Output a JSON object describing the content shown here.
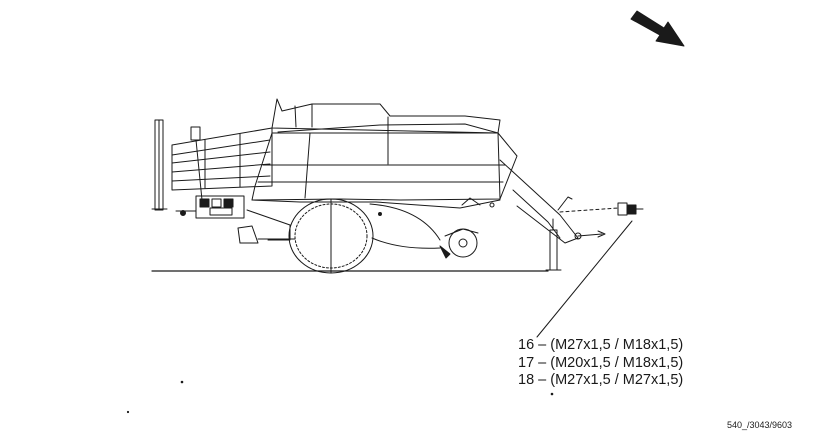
{
  "legend": [
    "16 – (M27x1,5 / M18x1,5)",
    "17 – (M20x1,5 / M18x1,5)",
    "18 – (M27x1,5 / M27x1,5)"
  ],
  "doc_reference": "540_/3043/9603",
  "icons": {
    "direction": "arrow-down-right-icon",
    "machine": "baler-machine-icon",
    "fitting": "hydraulic-fitting-icon"
  },
  "colors": {
    "line": "#1a1a1a",
    "background": "#ffffff"
  }
}
